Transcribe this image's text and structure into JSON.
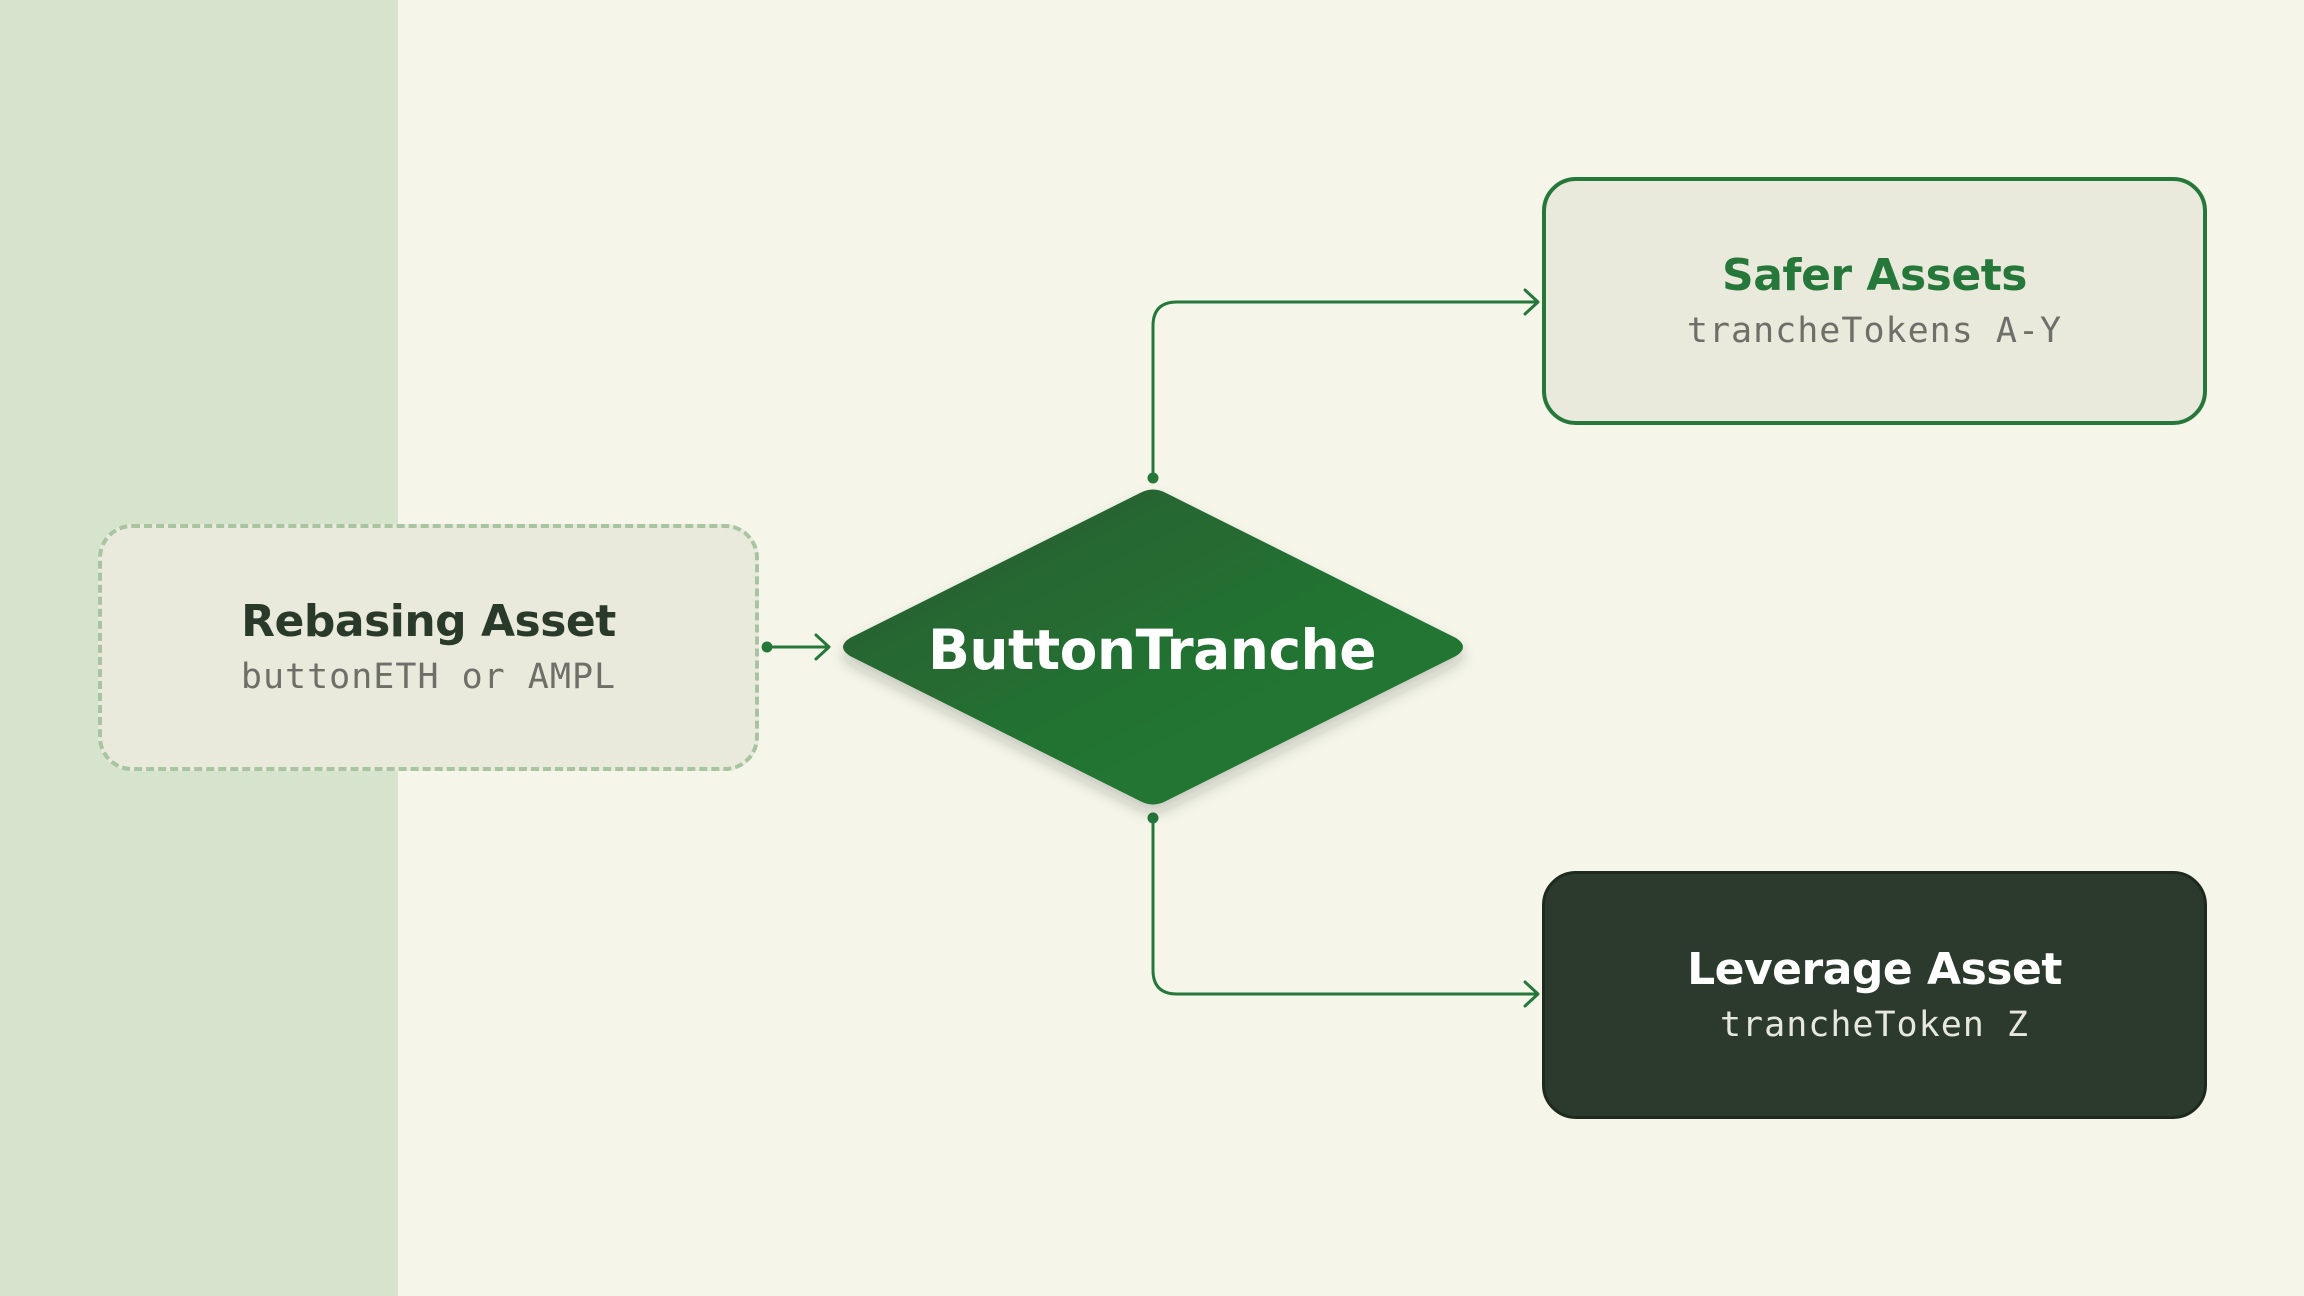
{
  "diagram": {
    "nodes": {
      "rebasing": {
        "title": "Rebasing Asset",
        "subtitle": "buttonETH or AMPL"
      },
      "tranche": {
        "title": "ButtonTranche"
      },
      "safer": {
        "title": "Safer Assets",
        "subtitle": "trancheTokens A-Y"
      },
      "leverage": {
        "title": "Leverage Asset",
        "subtitle": "trancheToken Z"
      }
    },
    "colors": {
      "background": "#f5f6e9",
      "side_band": "#d6e3cd",
      "primary_green": "#26773a",
      "dark_green": "#2b3a2c",
      "diamond_dark": "#2b5a32",
      "diamond_light": "#227a35",
      "dashed_border": "#a9c4a0",
      "node_fill": "#e9e9dc"
    },
    "edges": [
      {
        "from": "rebasing",
        "to": "tranche"
      },
      {
        "from": "tranche",
        "to": "safer"
      },
      {
        "from": "tranche",
        "to": "leverage"
      }
    ]
  }
}
